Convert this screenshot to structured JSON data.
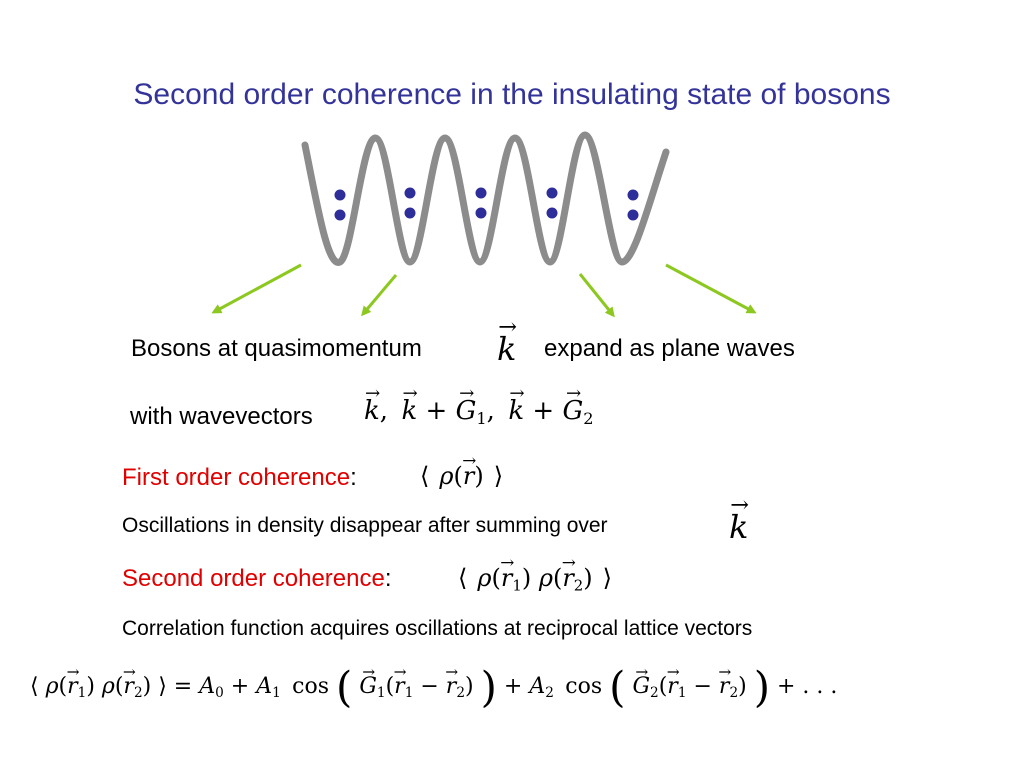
{
  "title": "Second order coherence in the insulating state of bosons",
  "line1": {
    "left": "Bosons at quasimomentum",
    "right": "expand as plane waves"
  },
  "line2": {
    "label": "with wavevectors"
  },
  "first_order": {
    "label": "First order coherence",
    "colon": ":"
  },
  "line3": "Oscillations in density disappear after summing over",
  "second_order": {
    "label": "Second order coherence",
    "colon": ":"
  },
  "line4": "Correlation function acquires oscillations at reciprocal lattice vectors",
  "colors": {
    "title": "#33339a",
    "highlight": "#e00000",
    "potential": "#8c8c8c",
    "atoms": "#2e2e9a",
    "arrows": "#8cc820"
  },
  "icons": [
    "optical-lattice-potential",
    "boson-atoms",
    "green-arrows"
  ]
}
